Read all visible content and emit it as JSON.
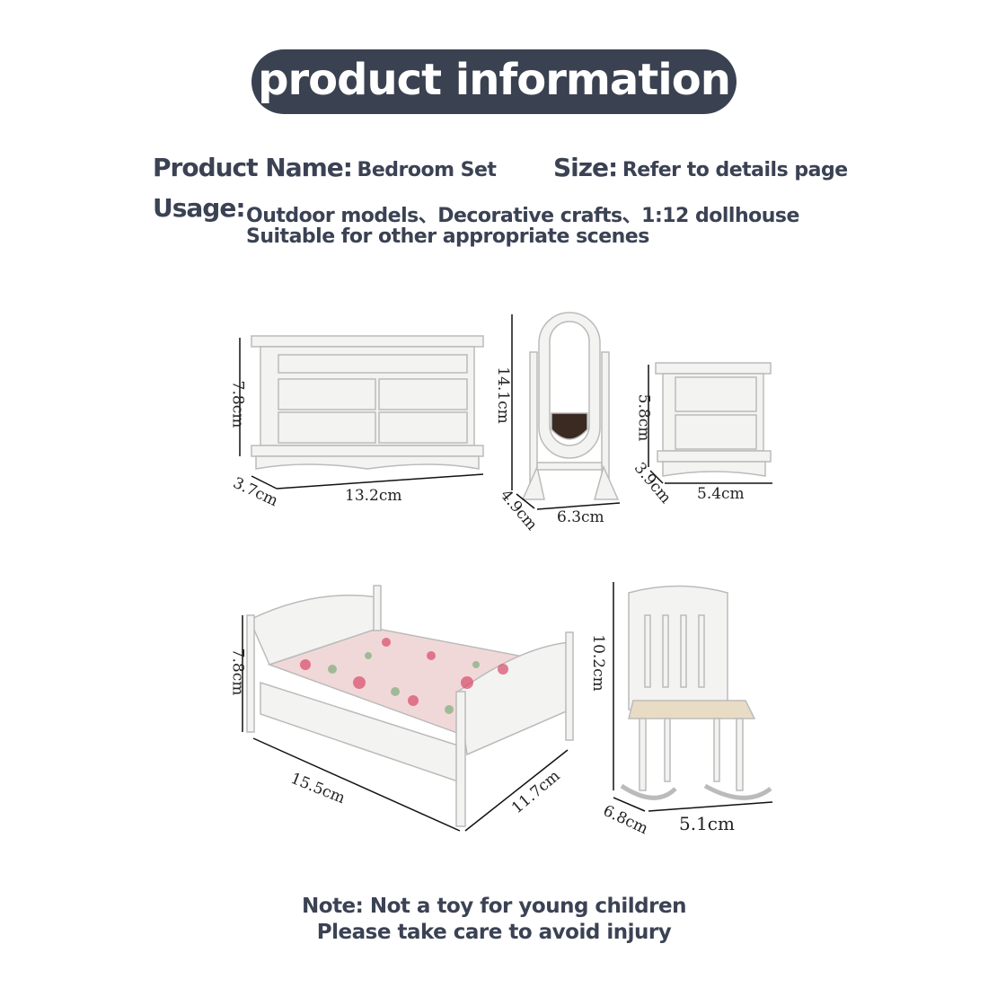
{
  "header": {
    "title": "product information"
  },
  "info": {
    "name_label": "Product Name:",
    "name_value": "Bedroom Set",
    "size_label": "Size:",
    "size_value": "Refer to details page",
    "usage_label": "Usage:",
    "usage_line1": "Outdoor models、Decorative crafts、1:12 dollhouse",
    "usage_line2": "Suitable for other appropriate scenes"
  },
  "dimensions": {
    "dresser": {
      "height": "7.8cm",
      "depth": "3.7cm",
      "width": "13.2cm"
    },
    "mirror": {
      "height": "14.1cm",
      "depth": "4.9cm",
      "width": "6.3cm"
    },
    "nightstand": {
      "height": "5.8cm",
      "depth": "3.9cm",
      "width": "5.4cm"
    },
    "bed": {
      "height": "7.8cm",
      "length": "15.5cm",
      "width": "11.7cm"
    },
    "chair": {
      "height": "10.2cm",
      "depth": "6.8cm",
      "width": "5.1cm"
    }
  },
  "note": {
    "line1": "Note: Not a toy for young children",
    "line2": "Please take care to avoid injury"
  }
}
